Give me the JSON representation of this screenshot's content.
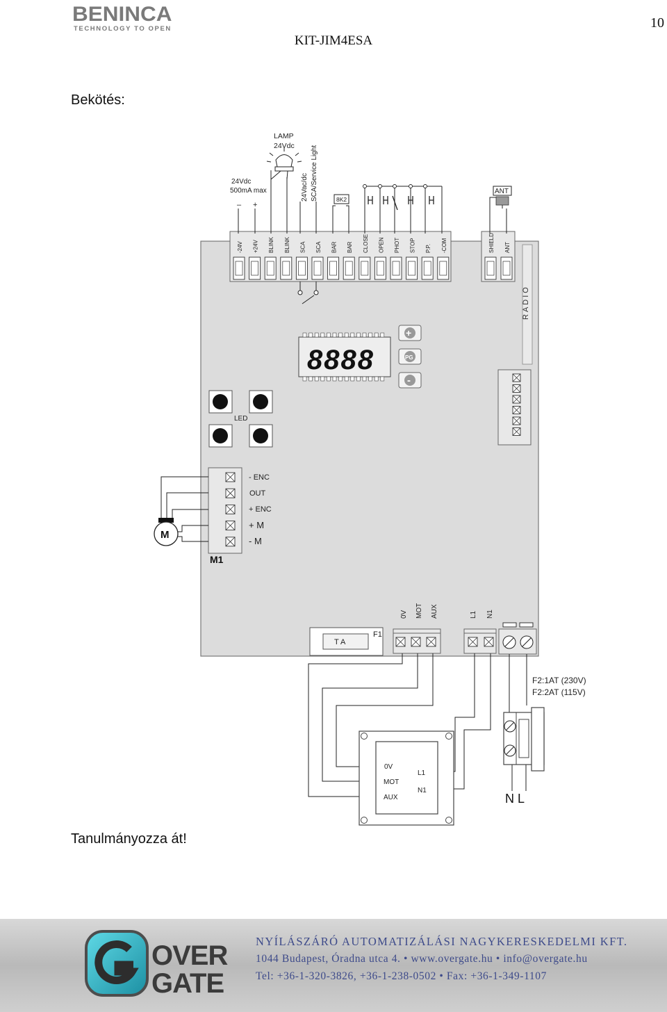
{
  "header": {
    "brand_name": "BENINCA",
    "brand_tagline": "TECHNOLOGY TO OPEN",
    "title": "KIT-JIM4ESA",
    "page_number": "10"
  },
  "heading": "Bekötés:",
  "closing": "Tanulmányozza át!",
  "diagram": {
    "lamp": [
      "LAMP",
      "24Vdc"
    ],
    "supply": [
      "24Vdc",
      "500mA max"
    ],
    "supply_polarity": [
      "–",
      "+"
    ],
    "sca": [
      "24Vac/dc",
      "SCA/Service Light"
    ],
    "resistor": "8K2",
    "antenna": "ANT",
    "terminals_top": [
      "-24V",
      "+24V",
      "BLINK",
      "BLINK",
      "SCA",
      "SCA",
      "BAR",
      "BAR",
      "CLOSE",
      "OPEN",
      "PHOT",
      "STOP",
      "P.P.",
      "-COM"
    ],
    "terminals_ant": [
      "SHIELD",
      "ANT"
    ],
    "radio": "RADIO",
    "display": "8888",
    "buttons": [
      "+",
      "PG",
      "-"
    ],
    "led": "LED",
    "encoder_terminals": [
      "-  ENC",
      "OUT",
      "+  ENC",
      "+  M",
      "-  M"
    ],
    "motor": "M",
    "motor_connector": "M1",
    "fuse_label": "T A",
    "fuse_id": "F1",
    "power_terminals": [
      "0V",
      "MOT",
      "AUX",
      "L1",
      "N1"
    ],
    "fuse_ratings": [
      "F2:1AT (230V)",
      "F2:2AT (115V)"
    ],
    "transformer": [
      "0V",
      "MOT",
      "AUX",
      "L1",
      "N1"
    ],
    "mains": "N L"
  },
  "footer": {
    "brand": "OVER GATE",
    "company": "NYÍLÁSZÁRÓ AUTOMATIZÁLÁSI NAGYKERESKEDELMI KFT.",
    "address": "1044 Budapest, Óradna utca 4. • www.overgate.hu • info@overgate.hu",
    "phone": "Tel: +36-1-320-3826, +36-1-238-0502 • Fax: +36-1-349-1107"
  }
}
